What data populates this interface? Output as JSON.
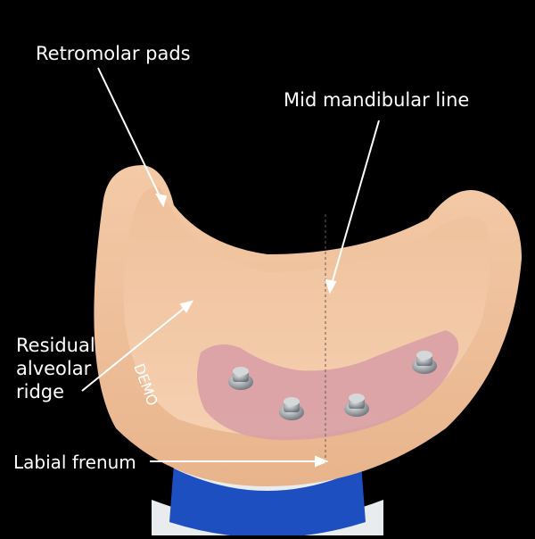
{
  "image": {
    "subject": "mandibular-model-with-implants",
    "colors": {
      "background": "#000000",
      "model_base": "#f2c9a6",
      "model_shadow": "#d9a47c",
      "gingiva": "#d9a0a6",
      "implant_metal": "#b9bcbf",
      "blue_base": "#1d4fc0",
      "white_base": "#e9ecef",
      "annotation": "#ffffff"
    }
  },
  "annotations": {
    "retromolar": "Retromolar pads",
    "mid_line": "Mid mandibular line",
    "residual_ridge": "Residual\nalveolar\nridge",
    "labial_frenum": "Labial frenum"
  },
  "model_markings": {
    "side_text": "DEMO"
  }
}
